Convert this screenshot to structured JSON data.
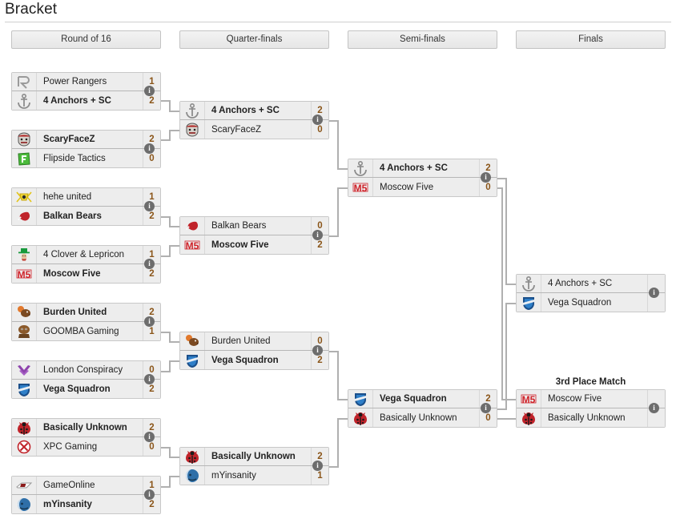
{
  "page": {
    "title": "Bracket"
  },
  "rounds": [
    {
      "label": "Round of 16"
    },
    {
      "label": "Quarter-finals"
    },
    {
      "label": "Semi-finals"
    },
    {
      "label": "Finals"
    }
  ],
  "labels": {
    "third_place": "3rd Place Match",
    "info_badge": "i"
  },
  "colors": {
    "score_text": "#8a5519",
    "box_bg": "#ededed",
    "box_border": "#c8c8c8",
    "connector": "#b0b0b0",
    "header_bg": "#ebebeb",
    "badge": "#6d6d6d"
  },
  "matches": {
    "r16_1": {
      "top": {
        "team": "Power Rangers",
        "score": "1",
        "winner": false,
        "logo": "power-rangers"
      },
      "bottom": {
        "team": "4 Anchors + SC",
        "score": "2",
        "winner": true,
        "logo": "anchor"
      }
    },
    "r16_2": {
      "top": {
        "team": "ScaryFaceZ",
        "score": "2",
        "winner": true,
        "logo": "scary-face"
      },
      "bottom": {
        "team": "Flipside Tactics",
        "score": "0",
        "winner": false,
        "logo": "flipside"
      }
    },
    "r16_3": {
      "top": {
        "team": "hehe united",
        "score": "1",
        "winner": false,
        "logo": "hehe-united"
      },
      "bottom": {
        "team": "Balkan Bears",
        "score": "2",
        "winner": true,
        "logo": "bear"
      }
    },
    "r16_4": {
      "top": {
        "team": "4 Clover & Lepricon",
        "score": "1",
        "winner": false,
        "logo": "leprechaun"
      },
      "bottom": {
        "team": "Moscow Five",
        "score": "2",
        "winner": true,
        "logo": "m5"
      }
    },
    "r16_5": {
      "top": {
        "team": "Burden United",
        "score": "2",
        "winner": true,
        "logo": "burden"
      },
      "bottom": {
        "team": "GOOMBA Gaming",
        "score": "1",
        "winner": false,
        "logo": "goomba"
      }
    },
    "r16_6": {
      "top": {
        "team": "London Conspiracy",
        "score": "0",
        "winner": false,
        "logo": "london"
      },
      "bottom": {
        "team": "Vega Squadron",
        "score": "2",
        "winner": true,
        "logo": "vega"
      }
    },
    "r16_7": {
      "top": {
        "team": "Basically Unknown",
        "score": "2",
        "winner": true,
        "logo": "ladybug"
      },
      "bottom": {
        "team": "XPC Gaming",
        "score": "0",
        "winner": false,
        "logo": "xpc"
      }
    },
    "r16_8": {
      "top": {
        "team": "GameOnline",
        "score": "1",
        "winner": false,
        "logo": "gameonline"
      },
      "bottom": {
        "team": "mYinsanity",
        "score": "2",
        "winner": true,
        "logo": "myinsanity"
      }
    },
    "qf_1": {
      "top": {
        "team": "4 Anchors + SC",
        "score": "2",
        "winner": true,
        "logo": "anchor"
      },
      "bottom": {
        "team": "ScaryFaceZ",
        "score": "0",
        "winner": false,
        "logo": "scary-face"
      }
    },
    "qf_2": {
      "top": {
        "team": "Balkan Bears",
        "score": "0",
        "winner": false,
        "logo": "bear"
      },
      "bottom": {
        "team": "Moscow Five",
        "score": "2",
        "winner": true,
        "logo": "m5"
      }
    },
    "qf_3": {
      "top": {
        "team": "Burden United",
        "score": "0",
        "winner": false,
        "logo": "burden"
      },
      "bottom": {
        "team": "Vega Squadron",
        "score": "2",
        "winner": true,
        "logo": "vega"
      }
    },
    "qf_4": {
      "top": {
        "team": "Basically Unknown",
        "score": "2",
        "winner": true,
        "logo": "ladybug"
      },
      "bottom": {
        "team": "mYinsanity",
        "score": "1",
        "winner": false,
        "logo": "myinsanity"
      }
    },
    "sf_1": {
      "top": {
        "team": "4 Anchors + SC",
        "score": "2",
        "winner": true,
        "logo": "anchor"
      },
      "bottom": {
        "team": "Moscow Five",
        "score": "0",
        "winner": false,
        "logo": "m5"
      }
    },
    "sf_2": {
      "top": {
        "team": "Vega Squadron",
        "score": "2",
        "winner": true,
        "logo": "vega"
      },
      "bottom": {
        "team": "Basically Unknown",
        "score": "0",
        "winner": false,
        "logo": "ladybug"
      }
    },
    "final": {
      "top": {
        "team": "4 Anchors + SC",
        "score": "",
        "winner": false,
        "logo": "anchor"
      },
      "bottom": {
        "team": "Vega Squadron",
        "score": "",
        "winner": false,
        "logo": "vega"
      }
    },
    "third": {
      "top": {
        "team": "Moscow Five",
        "score": "",
        "winner": false,
        "logo": "m5"
      },
      "bottom": {
        "team": "Basically Unknown",
        "score": "",
        "winner": false,
        "logo": "ladybug"
      }
    }
  }
}
